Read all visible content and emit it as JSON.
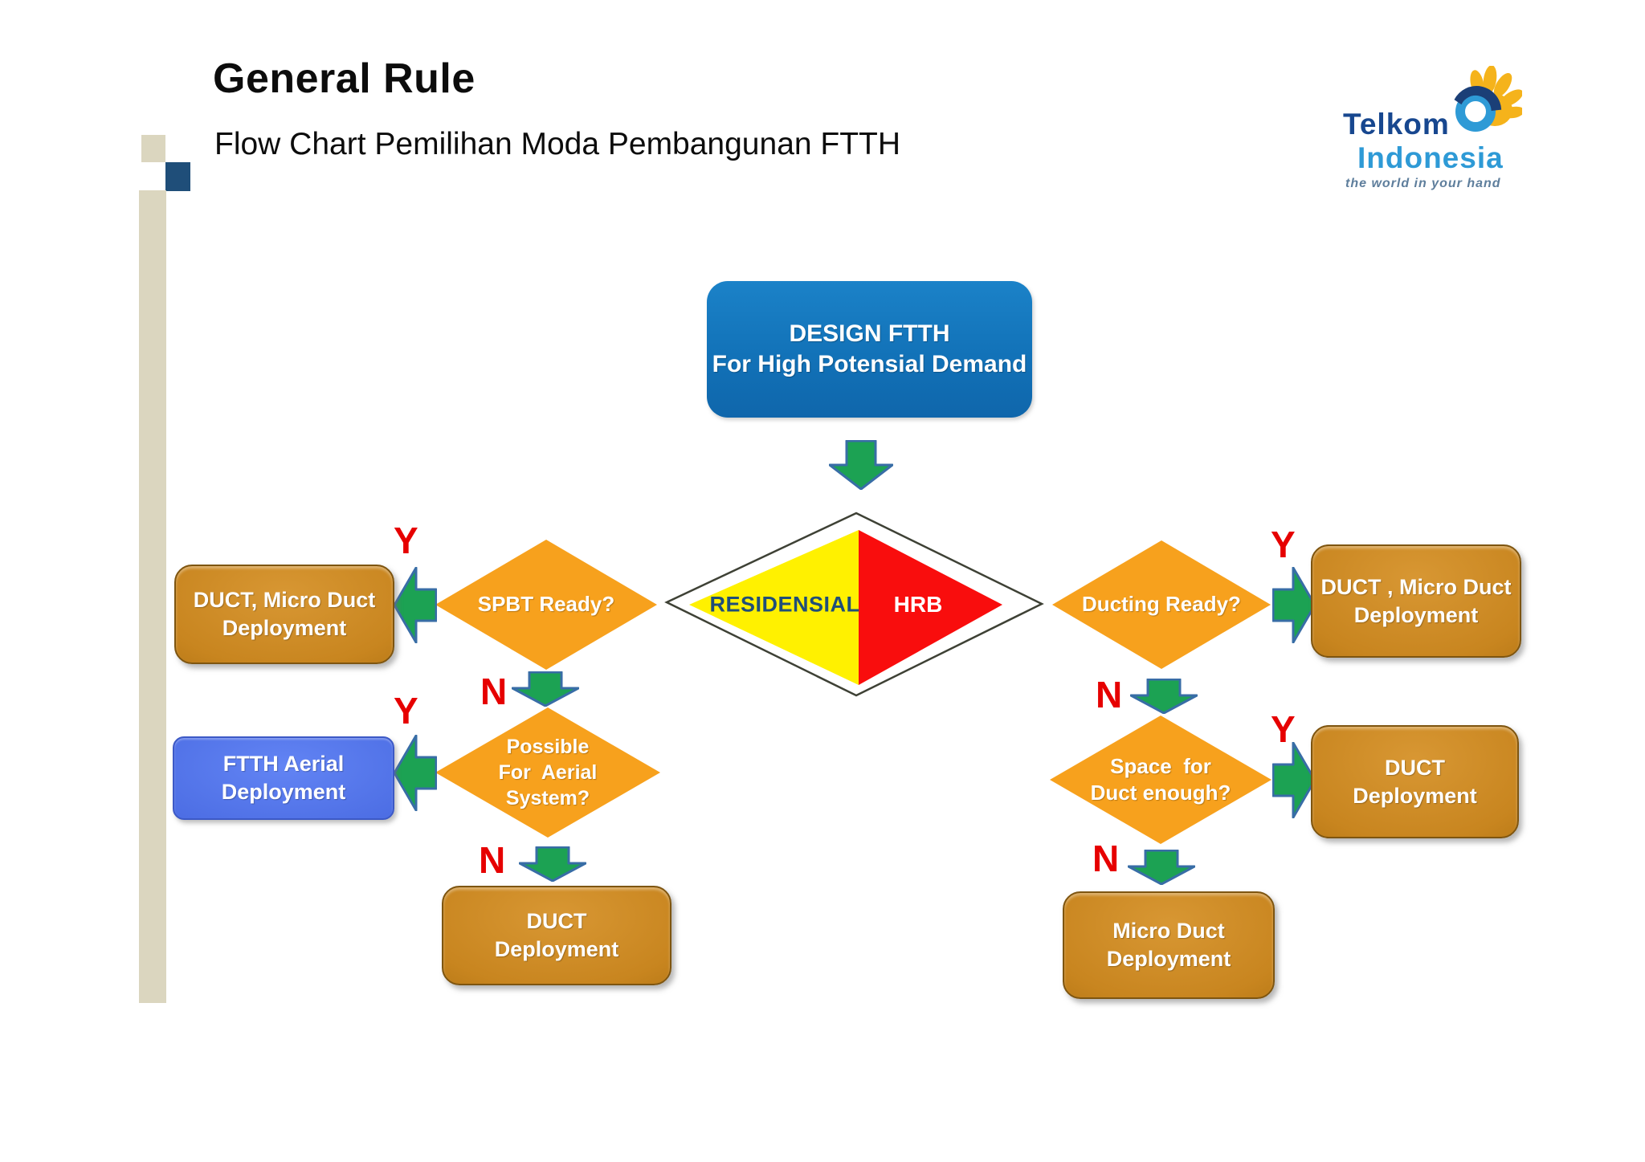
{
  "slide": {
    "title": "General Rule",
    "subtitle": "Flow Chart Pemilihan Moda Pembangunan FTTH"
  },
  "logo": {
    "name_top": "Telkom",
    "name_bottom": "Indonesia",
    "tagline": "the world in your hand"
  },
  "colors": {
    "start_blue": "#1576BE",
    "result_brown": "#C8851F",
    "aerial_blue": "#4A6BE2",
    "diamond_orange": "#F7A11D",
    "arrow_green": "#1CA253",
    "arrow_border_blue": "#386DA6",
    "yn_red": "#E60000",
    "residensial_yellow": "#FFF100",
    "hrb_red": "#F90D0D",
    "navy_text": "#1F4E79",
    "beige_decor": "#DBD6BF"
  },
  "nodes": {
    "start": {
      "line1": "DESIGN FTTH",
      "line2": "For High Potensial Demand"
    },
    "category": {
      "left": "RESIDENSIAL",
      "right": "HRB"
    },
    "left": {
      "q1": "SPBT Ready?",
      "q1_yes": "Y",
      "q1_no": "N",
      "result1": {
        "line1": "DUCT, Micro Duct",
        "line2": "Deployment"
      },
      "q2": {
        "line1": "Possible",
        "line2": "For  Aerial",
        "line3": "System?"
      },
      "q2_yes": "Y",
      "q2_no": "N",
      "result2": {
        "line1": "FTTH Aerial",
        "line2": "Deployment"
      },
      "result3": {
        "line1": "DUCT",
        "line2": "Deployment"
      }
    },
    "right": {
      "q1": "Ducting Ready?",
      "q1_yes": "Y",
      "q1_no": "N",
      "result1": {
        "line1": "DUCT , Micro Duct",
        "line2": "Deployment"
      },
      "q2": {
        "line1": "Space  for",
        "line2": "Duct enough?"
      },
      "q2_yes": "Y",
      "q2_no": "N",
      "result2": {
        "line1": "DUCT",
        "line2": "Deployment"
      },
      "result3": {
        "line1": "Micro Duct",
        "line2": "Deployment"
      }
    }
  }
}
